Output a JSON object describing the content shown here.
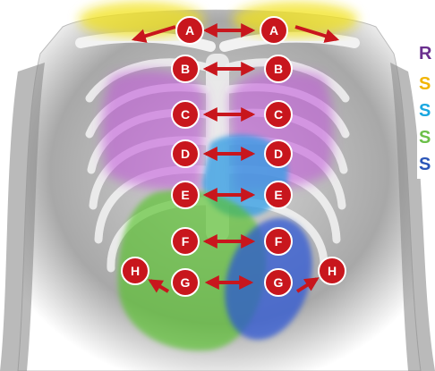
{
  "colors": {
    "marker_fill": "#c8161d",
    "marker_stroke": "#ffffff",
    "arrow": "#c8161d",
    "region_upper": "#f2e21a",
    "region_mid": "#c04fd8",
    "region_center": "#2e9be3",
    "region_left_lower": "#57c22b",
    "region_right_lower": "#2a55d6"
  },
  "markers": {
    "A_left": "A",
    "A_right": "A",
    "B_left": "B",
    "B_right": "B",
    "C_left": "C",
    "C_right": "C",
    "D_left": "D",
    "D_right": "D",
    "E_left": "E",
    "E_right": "E",
    "F_left": "F",
    "F_right": "F",
    "G_left": "G",
    "G_right": "G",
    "H_left": "H",
    "H_right": "H"
  },
  "legend": [
    {
      "letter": "R",
      "color": "#6a2f8e"
    },
    {
      "letter": "S",
      "color": "#f2b400"
    },
    {
      "letter": "S",
      "color": "#1aa7e0"
    },
    {
      "letter": "S",
      "color": "#6cc04a"
    },
    {
      "letter": "S",
      "color": "#2a55b8"
    }
  ]
}
